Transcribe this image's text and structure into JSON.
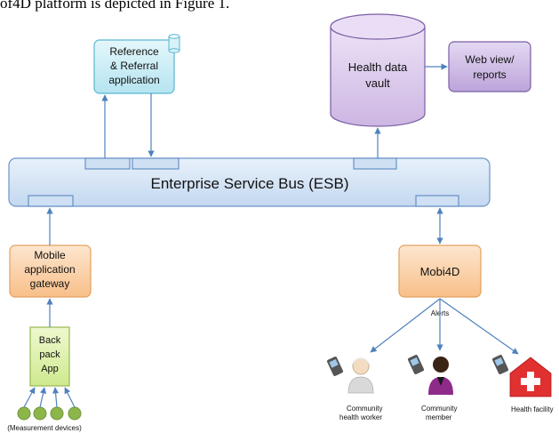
{
  "top_text": "of4D platform is depicted in Figure 1.",
  "nodes": {
    "reference": [
      "Reference",
      "& Referral",
      "application"
    ],
    "health_vault": [
      "Health data",
      "vault"
    ],
    "web_view": [
      "Web view/",
      "reports"
    ],
    "esb": "Enterprise Service Bus (ESB)",
    "mobile_gateway": [
      "Mobile",
      "application",
      "gateway"
    ],
    "backpack": [
      "Back",
      "pack",
      "App"
    ],
    "mobi4d": "Mobi4D"
  },
  "labels": {
    "alerts": "Alerts",
    "measurement_devices": "(Measurement devices)",
    "community_health_worker": [
      "Community",
      "health worker"
    ],
    "community_member": [
      "Community",
      "member"
    ],
    "health_facility": "Health facility"
  },
  "colors": {
    "reference_fill": "#c9eef6",
    "reference_stroke": "#5bb6d1",
    "vault_fill": "#d8c6ea",
    "vault_stroke": "#7a5ea6",
    "web_fill": "#c8b5e0",
    "esb_fill": "#d7e6f7",
    "esb_stroke": "#6c95c8",
    "gateway_fill": "#fcd1a7",
    "gateway_stroke": "#e2a060",
    "backpack_fill": "#dcf1a8",
    "backpack_stroke": "#97b84f",
    "device_fill": "#8db64a",
    "arrow": "#4f81bd",
    "facility_red": "#e03030"
  }
}
